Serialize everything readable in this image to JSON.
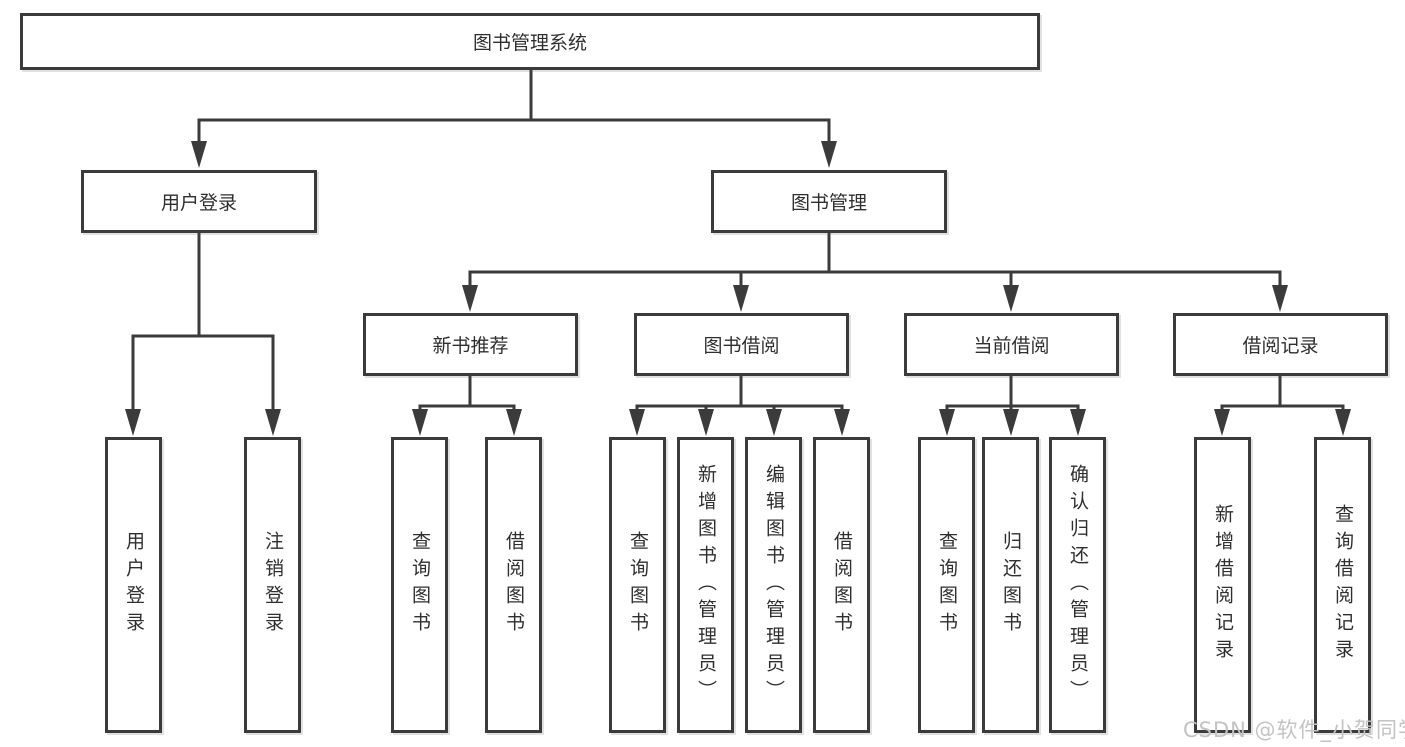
{
  "colors": {
    "line": "#3b3b3b",
    "box-border": "#3b3b3b",
    "text": "#2f2f2f",
    "watermark": "#c3c3c3",
    "background": "#ffffff"
  },
  "watermark": "CSDN @软件_小贺同学",
  "tree": {
    "root": {
      "label": "图书管理系统"
    },
    "branches": [
      {
        "label": "用户登录",
        "children": [
          {
            "label": "用户登录"
          },
          {
            "label": "注销登录"
          }
        ]
      },
      {
        "label": "图书管理",
        "children": [
          {
            "label": "新书推荐",
            "children": [
              {
                "label": "查询图书"
              },
              {
                "label": "借阅图书"
              }
            ]
          },
          {
            "label": "图书借阅",
            "children": [
              {
                "label": "查询图书"
              },
              {
                "label": "新增图书（管理员）"
              },
              {
                "label": "编辑图书（管理员）"
              },
              {
                "label": "借阅图书"
              }
            ]
          },
          {
            "label": "当前借阅",
            "children": [
              {
                "label": "查询图书"
              },
              {
                "label": "归还图书"
              },
              {
                "label": "确认归还（管理员）"
              }
            ]
          },
          {
            "label": "借阅记录",
            "children": [
              {
                "label": "新增借阅记录"
              },
              {
                "label": "查询借阅记录"
              }
            ]
          }
        ]
      }
    ]
  }
}
